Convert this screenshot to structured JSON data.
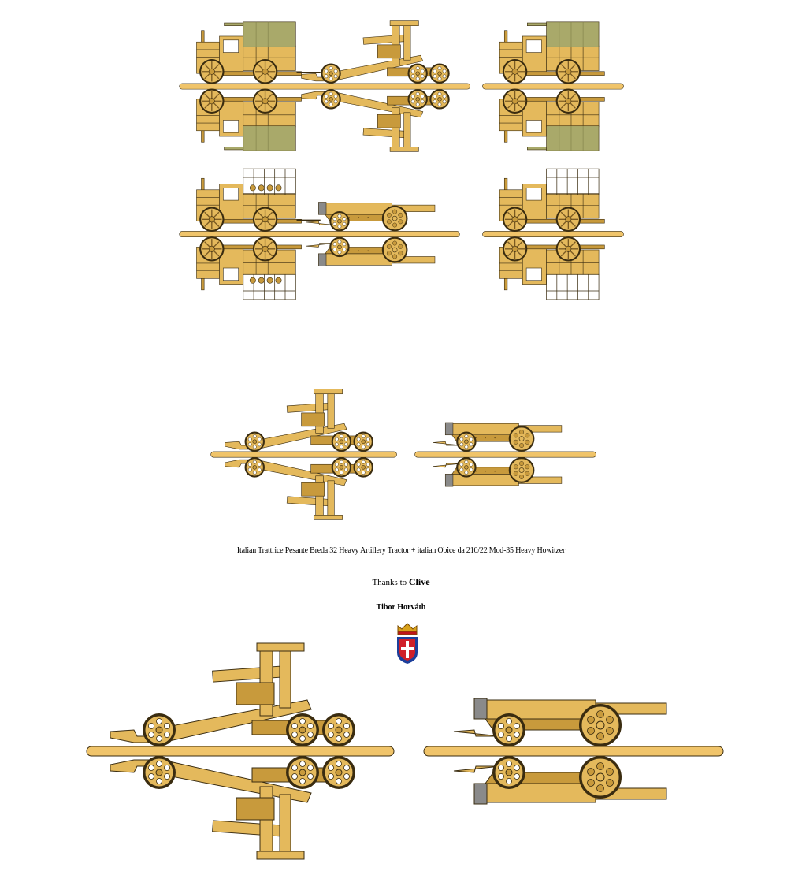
{
  "caption": {
    "title": "Italian Trattrice Pesante Breda 32 Heavy Artillery Tractor + italian Obice da 210/22 Mod-35 Heavy Howitzer",
    "thanks_prefix": "Thanks to",
    "thanks_name": "Clive",
    "author": "Tibor Horváth"
  },
  "emblem": {
    "icon": "savoy-crown-shield-icon"
  },
  "colors": {
    "vehicle_tan": "#e4b95c",
    "vehicle_shade": "#c89a3c",
    "tarp_green": "#a9a96a",
    "outline": "#3a2c10",
    "ground": "#f0c46a",
    "shield_blue": "#1c3f9b",
    "shield_red": "#d0202a",
    "crown_gold": "#d8a21c"
  },
  "icons": [
    "tractor-tarp-icon",
    "tractor-open-icon",
    "howitzer-travel-icon",
    "howitzer-barrel-icon",
    "wheel-icon"
  ]
}
